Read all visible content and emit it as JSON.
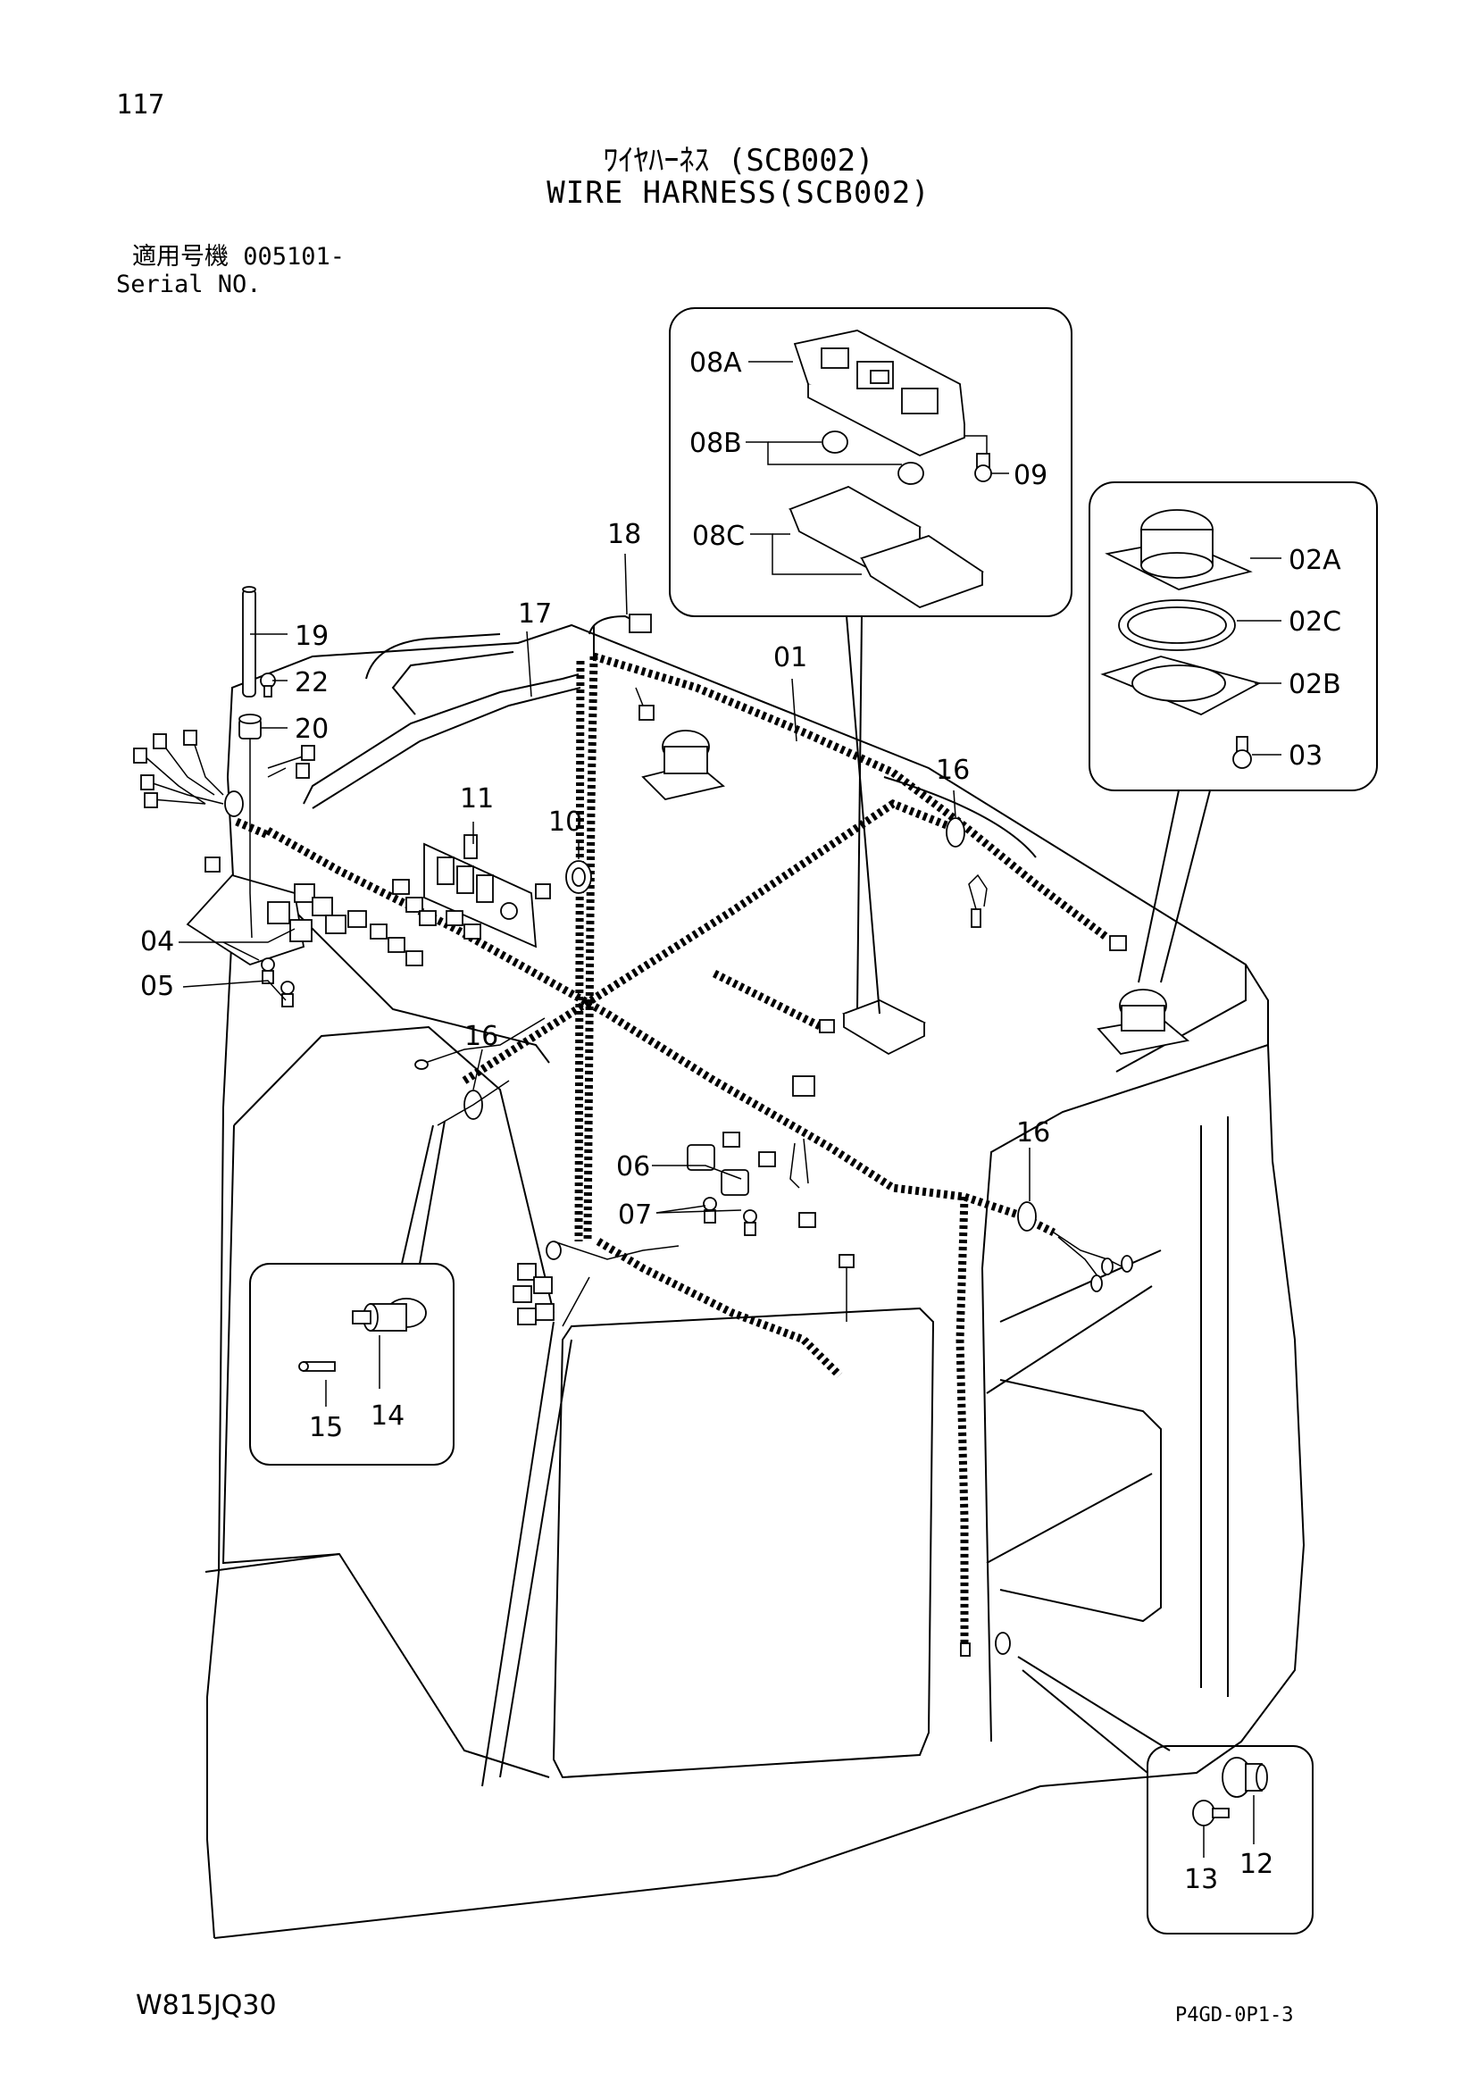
{
  "header": {
    "page_number": "117",
    "title_jp": "ﾜｲﾔﾊｰﾈｽ (SCB002)",
    "title_en": "WIRE HARNESS(SCB002)",
    "serial_label_jp": "適用号機 005101-",
    "serial_label_en": "Serial NO."
  },
  "footer": {
    "doc_code": "W815JQ30",
    "page_code": "P4GD-0P1-3"
  },
  "callouts": {
    "c01": "01",
    "c02A": "02A",
    "c02B": "02B",
    "c02C": "02C",
    "c03": "03",
    "c04": "04",
    "c05": "05",
    "c06": "06",
    "c07": "07",
    "c08A": "08A",
    "c08B": "08B",
    "c08C": "08C",
    "c09": "09",
    "c10": "10",
    "c11": "11",
    "c12": "12",
    "c13": "13",
    "c14": "14",
    "c15": "15",
    "c16a": "16",
    "c16b": "16",
    "c16c": "16",
    "c17": "17",
    "c18": "18",
    "c19": "19",
    "c20": "20",
    "c22": "22"
  }
}
